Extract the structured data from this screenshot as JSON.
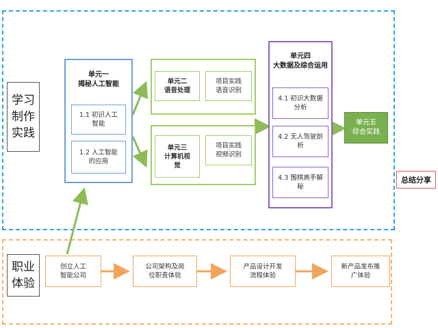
{
  "side_labels": {
    "study": "学习\n制作\n实践",
    "career": "职业\n体验"
  },
  "unit1": {
    "title": "单元一\n揭秘人工智能",
    "items": [
      "1.1 初识人工\n智能",
      "1.2 人工智能\n的应用"
    ]
  },
  "unit2": {
    "title": "单元二\n语音处理",
    "project": "项目实践\n语音识别"
  },
  "unit3": {
    "title": "单元三\n计算机视\n觉",
    "project": "项目实践\n视频识别"
  },
  "unit4": {
    "title": "单元四\n大数据及综合运用",
    "items": [
      "4.1 初识大数据\n分析",
      "4.2 无人驾驶剖\n析",
      "4.3 围棋高手解\n秘"
    ]
  },
  "unit5": {
    "title": "单元五\n综合实践"
  },
  "summary": "总结分享",
  "career_steps": [
    "创立人工\n智能公司",
    "公司架构及岗\n位职责体验",
    "产品设计开发\n流程体验",
    "新产品发布推\n广体验"
  ],
  "colors": {
    "blue_dashed": "#2aa3e8",
    "orange_dashed": "#f5b26b",
    "unit1_border": "#6a9fd8",
    "green_border": "#a2cc6a",
    "purple_border": "#8a63c4",
    "unit5_fill": "#7ab150",
    "arrow_green": "#8dbb5a",
    "arrow_orange": "#f0a55c",
    "summary_border": "#e05560"
  }
}
